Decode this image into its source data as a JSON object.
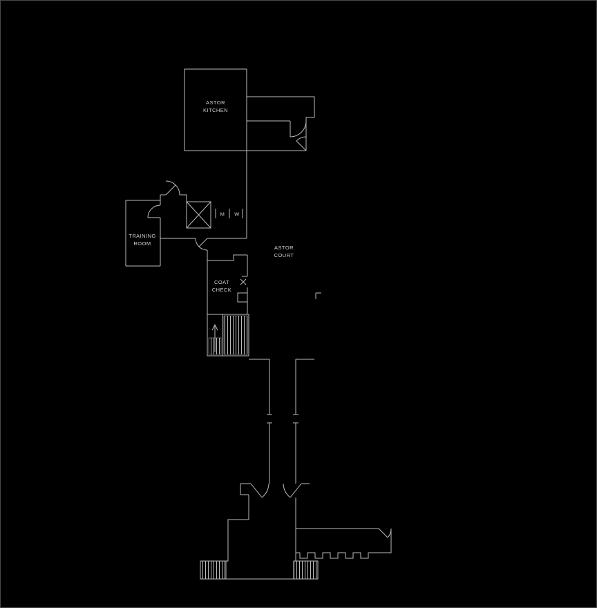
{
  "colors": {
    "background": "#000000",
    "wall": "#bdbdbd",
    "text": "#cfcfcf",
    "frame": "#4a4a4a"
  },
  "floorplan": {
    "labels": {
      "astor_kitchen": "ASTOR\nKITCHEN",
      "training_room": "TRAINING\nROOM",
      "mens": "M",
      "womens": "W",
      "astor_court": "ASTOR\nCOURT",
      "coat_check": "COAT\nCHECK"
    },
    "icons": {
      "elevator": "crossed-square",
      "stairs": "hatched-treads",
      "door_swing": "quarter-arc"
    }
  }
}
